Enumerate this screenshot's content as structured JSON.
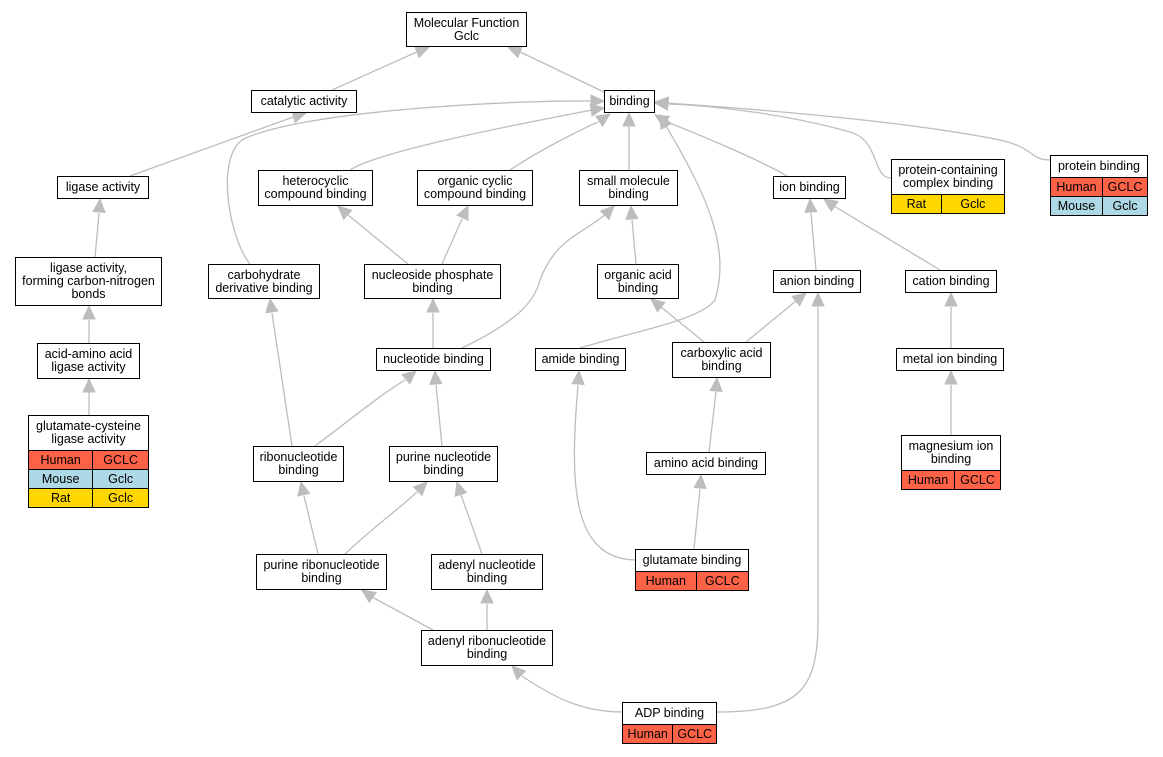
{
  "colors": {
    "Human": "#ff6347",
    "Mouse": "#add8e6",
    "Rat": "#ffd700",
    "edge": "#bdbdbd"
  },
  "nodes": {
    "mf": "Molecular Function\nGclc",
    "catalytic": "catalytic activity",
    "binding": "binding",
    "ligase": "ligase activity",
    "ligase_cn": "ligase activity,\nforming carbon-nitrogen\nbonds",
    "acid_amino": "acid-amino acid\nligase activity",
    "glu_cys": "glutamate-cysteine\nligase activity",
    "carb_deriv": "carbohydrate\nderivative binding",
    "heterocyclic": "heterocyclic\ncompound binding",
    "organic_cyclic": "organic cyclic\ncompound binding",
    "small_mol": "small molecule\nbinding",
    "ion": "ion binding",
    "protein_complex": "protein-containing\ncomplex binding",
    "protein": "protein binding",
    "nucleoside_phos": "nucleoside phosphate\nbinding",
    "organic_acid": "organic acid\nbinding",
    "anion": "anion binding",
    "cation": "cation binding",
    "nucleotide": "nucleotide binding",
    "amide": "amide binding",
    "carboxylic": "carboxylic acid\nbinding",
    "metal_ion": "metal ion binding",
    "ribonucleotide": "ribonucleotide\nbinding",
    "purine_nucl": "purine nucleotide\nbinding",
    "amino_acid": "amino acid binding",
    "magnesium": "magnesium ion\nbinding",
    "purine_ribo": "purine ribonucleotide\nbinding",
    "adenyl_nucl": "adenyl nucleotide\nbinding",
    "glutamate": "glutamate binding",
    "adenyl_ribo": "adenyl ribonucleotide\nbinding",
    "adp": "ADP binding"
  },
  "annotations": {
    "glu_cys": [
      {
        "species": "Human",
        "gene": "GCLC"
      },
      {
        "species": "Mouse",
        "gene": "Gclc"
      },
      {
        "species": "Rat",
        "gene": "Gclc"
      }
    ],
    "protein_complex": [
      {
        "species": "Rat",
        "gene": "Gclc"
      }
    ],
    "protein": [
      {
        "species": "Human",
        "gene": "GCLC"
      },
      {
        "species": "Mouse",
        "gene": "Gclc"
      }
    ],
    "magnesium": [
      {
        "species": "Human",
        "gene": "GCLC"
      }
    ],
    "glutamate": [
      {
        "species": "Human",
        "gene": "GCLC"
      }
    ],
    "adp": [
      {
        "species": "Human",
        "gene": "GCLC"
      }
    ]
  }
}
